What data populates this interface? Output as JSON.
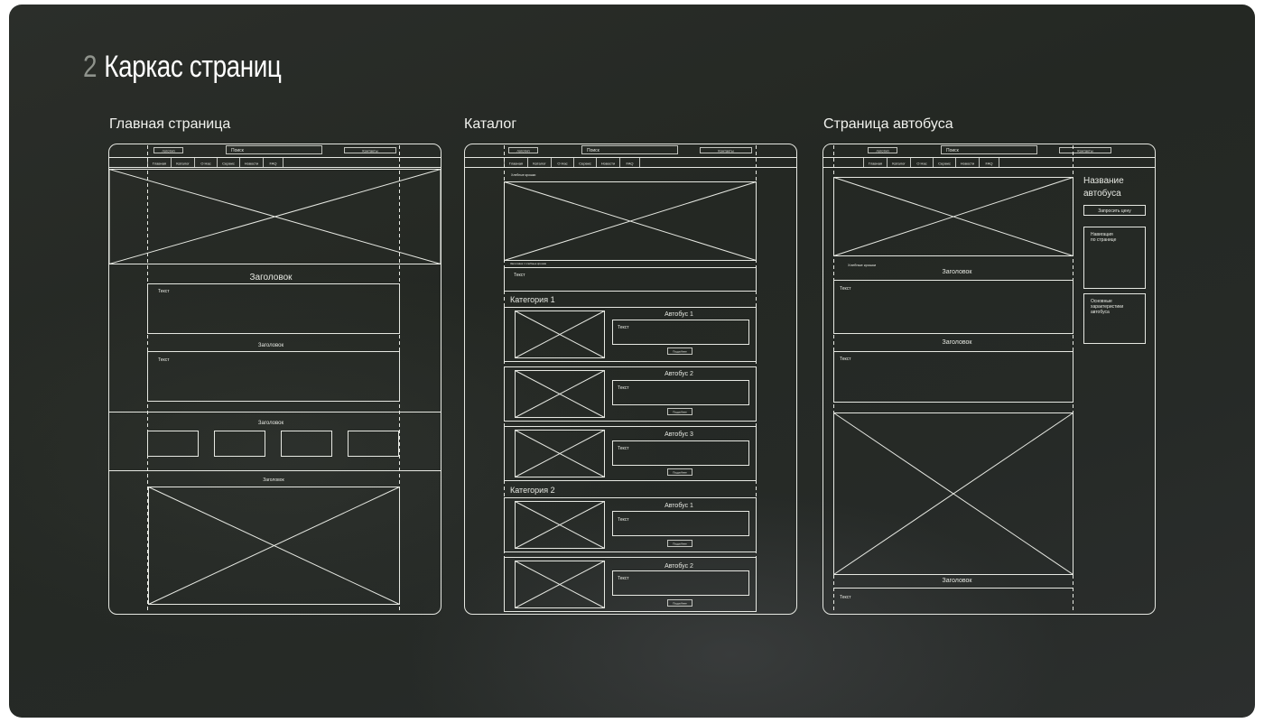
{
  "title": {
    "number": "2",
    "text": "Каркас страниц"
  },
  "main_page": {
    "label": "Главная страница",
    "logo": "логотип",
    "search": "Поиск",
    "contacts": "Контакты",
    "nav": [
      "Главная",
      "Каталог",
      "О Нас",
      "Сервис",
      "Новости",
      "FAQ"
    ],
    "heading_large": "Заголовок",
    "heading": "Заголовок",
    "text": "Текст"
  },
  "catalog": {
    "label": "Каталог",
    "logo": "логотип",
    "search": "Поиск",
    "contacts": "Контакты",
    "nav": [
      "Главная",
      "Каталог",
      "О Нас",
      "Сервис",
      "Новости",
      "FAQ"
    ],
    "breadcrumbs": "Хлебные крошки",
    "banner_caption": "Заголовок с хлебные крошки",
    "text": "Текст",
    "category1": "Категория 1",
    "category2": "Категория 2",
    "buses": [
      "Автобус 1",
      "Автобус 2",
      "Автобус 3",
      "Автобус 1",
      "Автобус 2"
    ],
    "card_text": "Текст",
    "card_button": "Подробнее"
  },
  "bus_page": {
    "label": "Страница автобуса",
    "logo": "логотип",
    "search": "Поиск",
    "contacts": "Контакты",
    "nav": [
      "Главная",
      "Каталог",
      "О Нас",
      "Сервис",
      "Новости",
      "FAQ"
    ],
    "name_line1": "Название",
    "name_line2": "автобуса",
    "request_price": "Запросить цену",
    "nav_block_line1": "Навигация",
    "nav_block_line2": "по странице",
    "specs_line1": "Основные",
    "specs_line2": "характеристики",
    "specs_line3": "автобуса",
    "breadcrumbs": "Хлебные крошки",
    "heading": "Заголовок",
    "text": "Текст"
  }
}
